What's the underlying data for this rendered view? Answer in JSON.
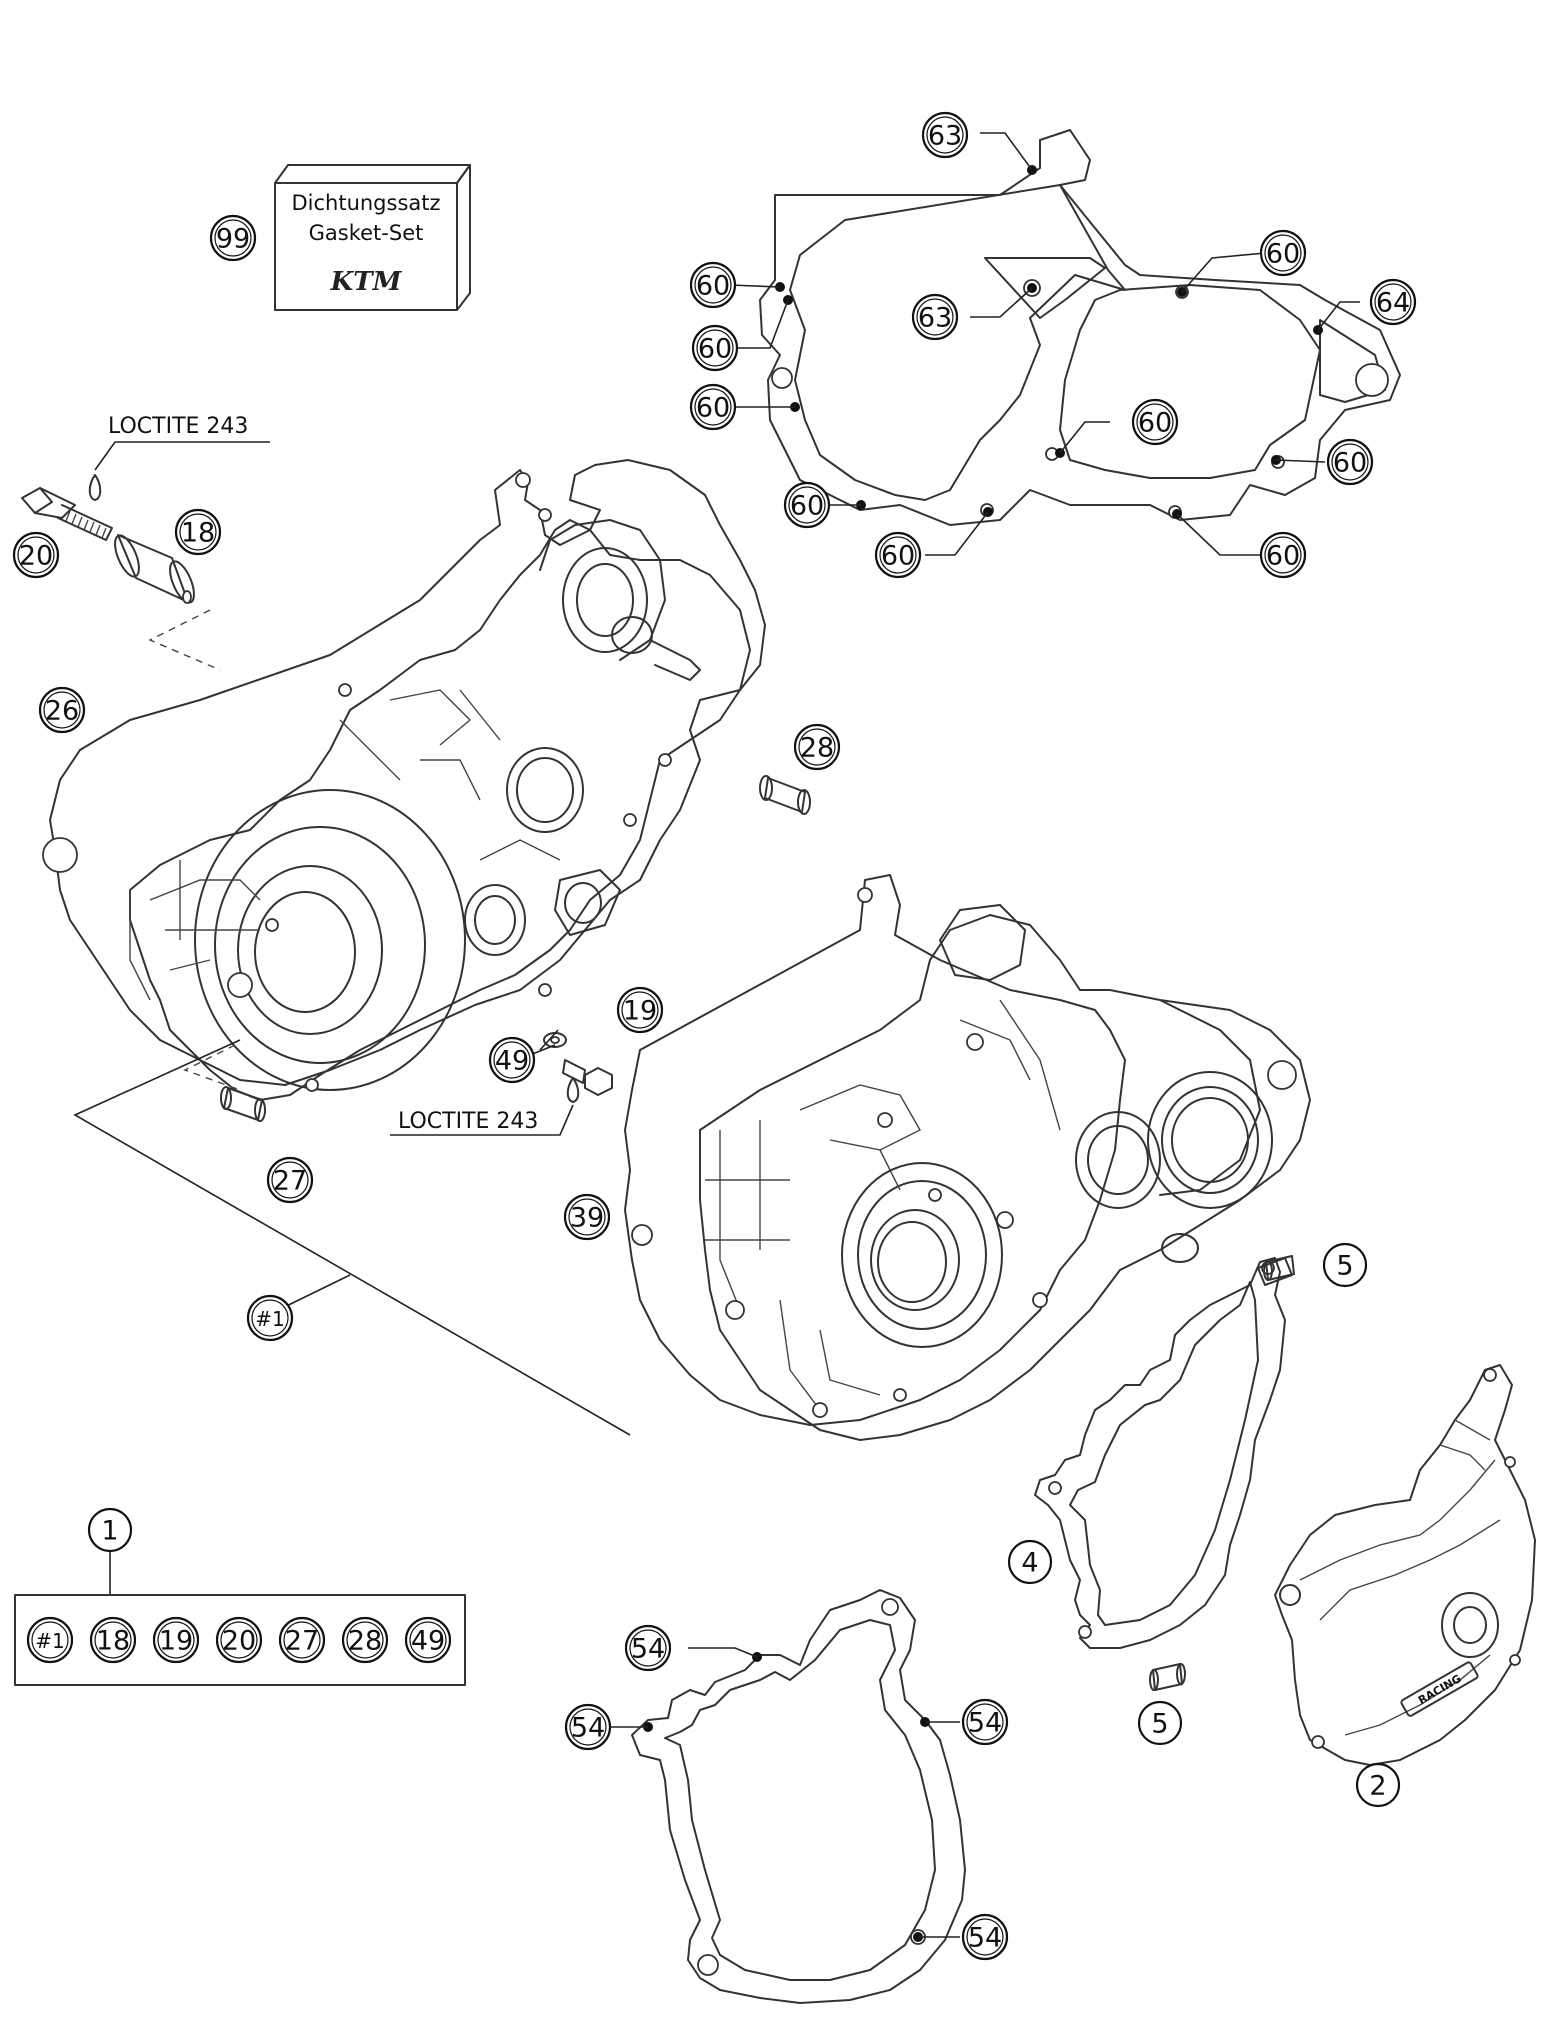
{
  "gasket_set": {
    "line1": "Dichtungssatz",
    "line2": "Gasket-Set",
    "logo": "KTM",
    "number": "99"
  },
  "loctite_labels": [
    "LOCTITE 243",
    "LOCTITE 243"
  ],
  "callouts": {
    "c20": "20",
    "c18": "18",
    "c26": "26",
    "c28": "28",
    "c19": "19",
    "c49": "49",
    "c27": "27",
    "c39": "39",
    "c1assy": "#1",
    "c5a": "5",
    "c5b": "5",
    "c4": "4",
    "c2": "2",
    "c63a": "63",
    "c63b": "63",
    "c64": "64",
    "c60a": "60",
    "c60b": "60",
    "c60c": "60",
    "c60d": "60",
    "c60e": "60",
    "c60f": "60",
    "c60g": "60",
    "c60h": "60",
    "c60i": "60",
    "c54a": "54",
    "c54b": "54",
    "c54c": "54",
    "c54d": "54"
  },
  "kit": {
    "number": "1",
    "contents": [
      "#1",
      "18",
      "19",
      "20",
      "27",
      "28",
      "49"
    ]
  },
  "cover_badge": "RACING"
}
